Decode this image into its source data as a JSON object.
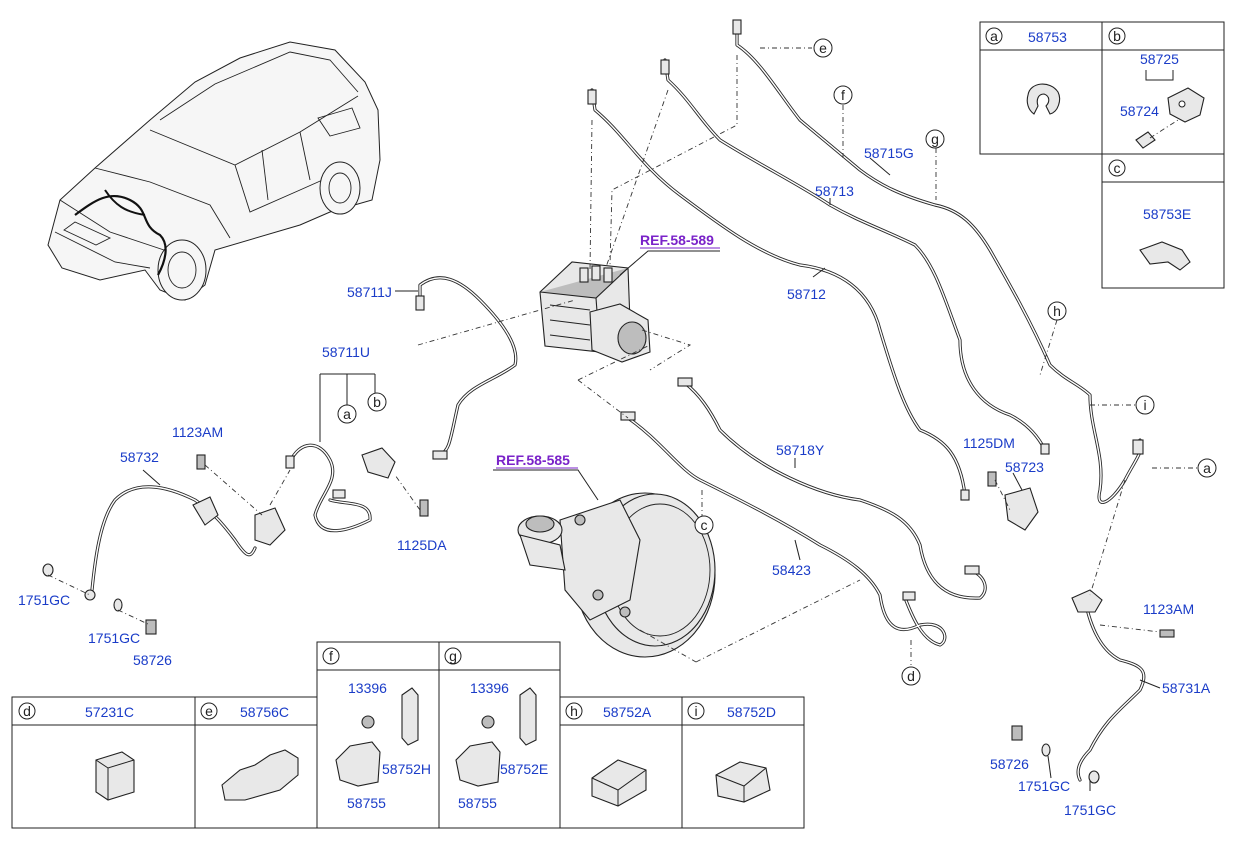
{
  "labels": {
    "ref_589": "REF.58-589",
    "ref_585": "REF.58-585",
    "p58711J": "58711J",
    "p58711U": "58711U",
    "p58712": "58712",
    "p58713": "58713",
    "p58715G": "58715G",
    "p58718Y": "58718Y",
    "p58423": "58423",
    "p58732": "58732",
    "p1123AM_left": "1123AM",
    "p1125DA": "1125DA",
    "p1751GC_a": "1751GC",
    "p1751GC_b": "1751GC",
    "p58726_left": "58726",
    "p1125DM": "1125DM",
    "p58723": "58723",
    "p1123AM_right": "1123AM",
    "p58731A": "58731A",
    "p58726_right": "58726",
    "p1751GC_c": "1751GC",
    "p1751GC_d": "1751GC"
  },
  "callouts": {
    "a1": "a",
    "b1": "b",
    "c1": "c",
    "d1": "d",
    "e1": "e",
    "f1": "f",
    "g1": "g",
    "h1": "h",
    "i1": "i",
    "a2": "a"
  },
  "table_top": {
    "a": {
      "letter": "a",
      "part": "58753"
    },
    "b": {
      "letter": "b",
      "part": "58725",
      "sub": "58724"
    },
    "c": {
      "letter": "c",
      "part": "58753E"
    }
  },
  "table_bottom": {
    "d": {
      "letter": "d",
      "part": "57231C"
    },
    "e": {
      "letter": "e",
      "part": "58756C"
    },
    "f": {
      "letter": "f",
      "p1": "13396",
      "p2": "58752H",
      "p3": "58755"
    },
    "g": {
      "letter": "g",
      "p1": "13396",
      "p2": "58752E",
      "p3": "58755"
    },
    "h": {
      "letter": "h",
      "part": "58752A"
    },
    "i": {
      "letter": "i",
      "part": "58752D"
    }
  },
  "colors": {
    "label": "#1a3cc8",
    "reference": "#7a22c9",
    "line": "#222222"
  }
}
